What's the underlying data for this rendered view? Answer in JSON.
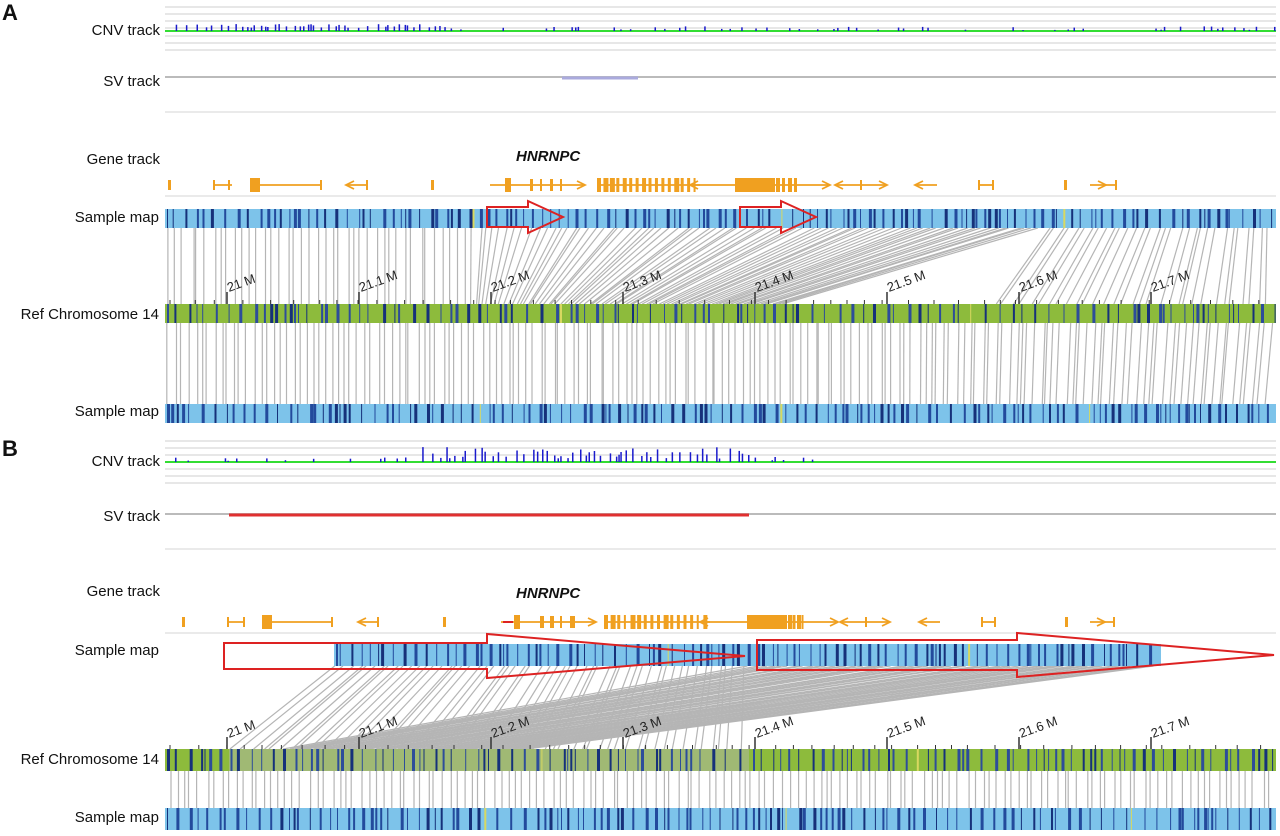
{
  "panels": [
    {
      "letter": "A",
      "tracks": {
        "cnv": "CNV track",
        "sv": "SV track",
        "gene": "Gene track",
        "sample_top": "Sample map",
        "ref": "Ref Chromosome  14",
        "sample_bottom": "Sample map"
      },
      "gene_name": "HNRNPC",
      "ticks": [
        "21 M",
        "21.1 M",
        "21.2 M",
        "21.3 M",
        "21.4 M",
        "21.5 M",
        "21.6 M",
        "21.7 M"
      ]
    },
    {
      "letter": "B",
      "tracks": {
        "cnv": "CNV track",
        "sv": "SV track",
        "gene": "Gene track",
        "sample_top": "Sample map",
        "ref": "Ref Chromosome  14",
        "sample_bottom": "Sample map"
      },
      "gene_name": "HNRNPC",
      "ticks": [
        "21 M",
        "21.1 M",
        "21.2 M",
        "21.3 M",
        "21.4 M",
        "21.5 M",
        "21.6 M",
        "21.7 M"
      ]
    }
  ],
  "colors": {
    "sample_map": "#7dc3ea",
    "sample_label": "#1f3f8f",
    "ref_chromosome": "#8dbb3c",
    "ref_label": "#233e8a",
    "gene": "#f0a020",
    "cnv_baseline": "#33dd33",
    "cnv_bar": "#1a1acc",
    "sv_a": "#aaaadd",
    "sv_b": "#e03030",
    "alignment_line": "#b5b5b5",
    "arrow_outline": "#dd2222",
    "grid": "#cfcfcf"
  }
}
